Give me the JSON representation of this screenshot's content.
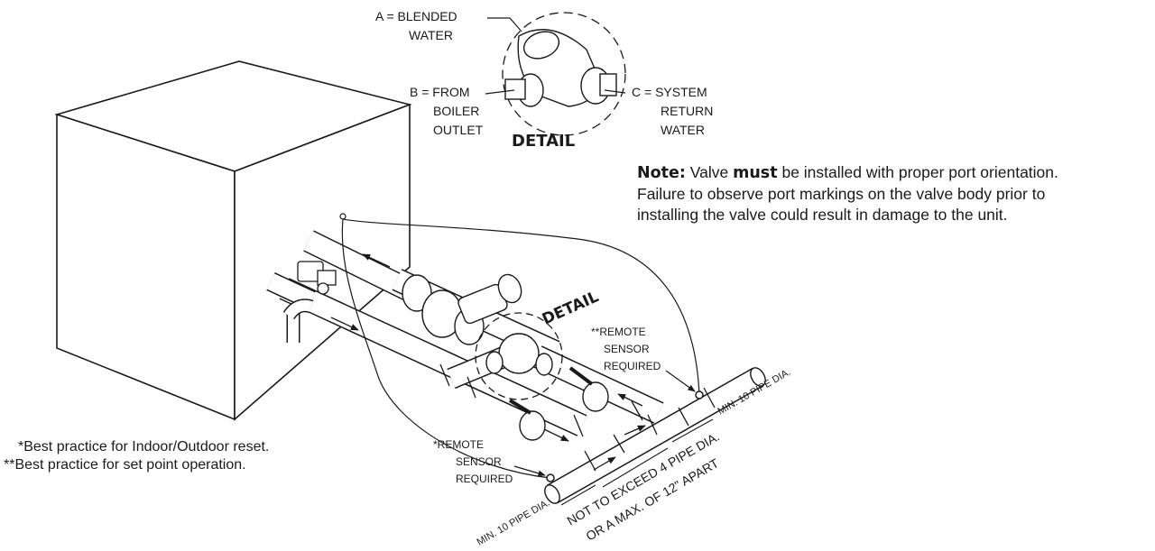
{
  "detail_callout": {
    "port_a": [
      "A = BLENDED",
      "WATER"
    ],
    "port_b": [
      "B = FROM",
      "BOILER",
      "OUTLET"
    ],
    "port_c": [
      "C = SYSTEM",
      "RETURN",
      "WATER"
    ],
    "title": "DETAIL"
  },
  "note": {
    "prefix": "Note:",
    "text_1": " Valve ",
    "emphasis": "must",
    "text_2": " be installed with proper port orientation.",
    "line_2": "Failure to observe port markings on the valve body prior to",
    "line_3": "installing the valve could result in damage to the unit."
  },
  "diagram": {
    "detail_marker": "DETAIL",
    "sensor_system": [
      "**REMOTE",
      "SENSOR",
      "REQUIRED"
    ],
    "sensor_boiler": [
      "*REMOTE",
      "SENSOR",
      "REQUIRED"
    ],
    "min_dia_top": "MIN. 10 PIPE DIA.",
    "min_dia_bottom": "MIN. 10 PIPE DIA.",
    "spacing_line_1": "NOT TO EXCEED 4 PIPE DIA.",
    "spacing_line_2": "OR A MAX. OF 12\" APART"
  },
  "legend": {
    "indoor_outdoor": "*Best practice for Indoor/Outdoor reset.",
    "set_point": "**Best practice for set point operation."
  }
}
